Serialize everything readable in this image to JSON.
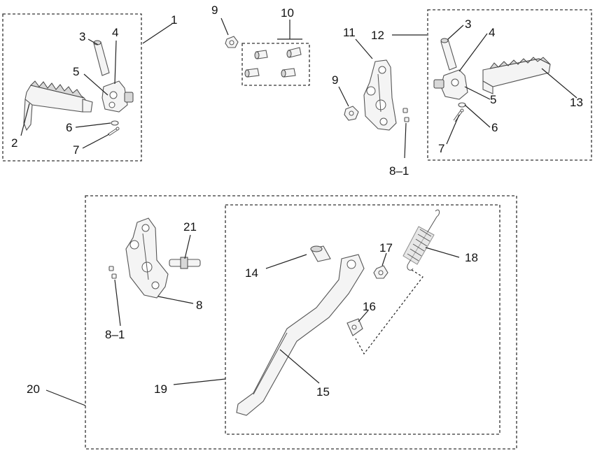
{
  "diagram": {
    "callouts": [
      {
        "id": "c1",
        "text": "1"
      },
      {
        "id": "c2",
        "text": "2"
      },
      {
        "id": "c3a",
        "text": "3"
      },
      {
        "id": "c4a",
        "text": "4"
      },
      {
        "id": "c5a",
        "text": "5"
      },
      {
        "id": "c6a",
        "text": "6"
      },
      {
        "id": "c7a",
        "text": "7"
      },
      {
        "id": "c9a",
        "text": "9"
      },
      {
        "id": "c10",
        "text": "10"
      },
      {
        "id": "c11",
        "text": "11"
      },
      {
        "id": "c12",
        "text": "12"
      },
      {
        "id": "c9b",
        "text": "9"
      },
      {
        "id": "c3b",
        "text": "3"
      },
      {
        "id": "c4b",
        "text": "4"
      },
      {
        "id": "c5b",
        "text": "5"
      },
      {
        "id": "c13",
        "text": "13"
      },
      {
        "id": "c6b",
        "text": "6"
      },
      {
        "id": "c7b",
        "text": "7"
      },
      {
        "id": "c81a",
        "text": "8–1"
      },
      {
        "id": "c21",
        "text": "21"
      },
      {
        "id": "c17",
        "text": "17"
      },
      {
        "id": "c18",
        "text": "18"
      },
      {
        "id": "c14",
        "text": "14"
      },
      {
        "id": "c8",
        "text": "8"
      },
      {
        "id": "c16",
        "text": "16"
      },
      {
        "id": "c81b",
        "text": "8–1"
      },
      {
        "id": "c20",
        "text": "20"
      },
      {
        "id": "c19",
        "text": "19"
      },
      {
        "id": "c15",
        "text": "15"
      }
    ]
  }
}
